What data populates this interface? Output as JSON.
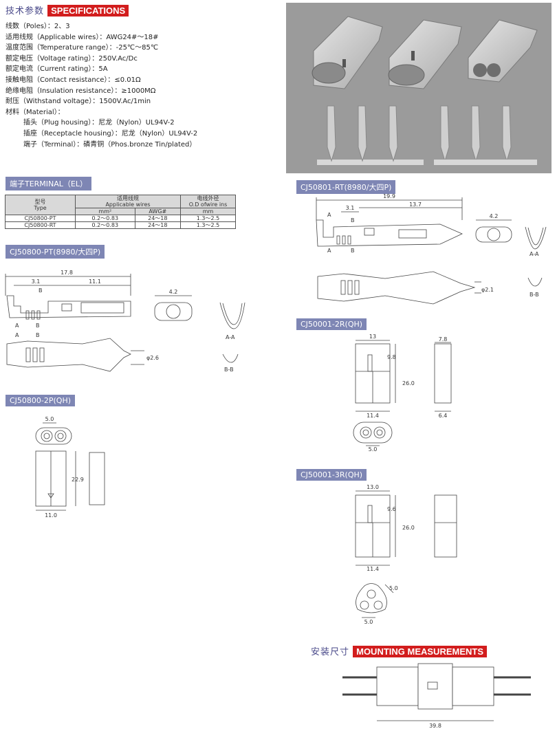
{
  "specs": {
    "title_cn": "技术参数",
    "title_en": "SPECIFICATIONS",
    "lines": [
      "线数（Poles）：2、3",
      "适用线规（Applicable wires）：AWG24#～18#",
      "温度范围（Temperature range）：-25℃～85℃",
      "额定电压（Voltage rating）：250V.Ac/Dc",
      "额定电流（Current rating）：5A",
      "接触电阻（Contact resistance）：≤0.01Ω",
      "绝缘电阻（Insulation resistance）：≥1000MΩ",
      "耐压（Withstand voltage）：1500V.Ac/1min",
      "材料（Material）：",
      "插头（Plug housing）：尼龙（Nylon）UL94V-2",
      "插座（Receptacle housing）：尼龙（Nylon）UL94V-2",
      "端子（Terminal）：磷青铜（Phos.bronze Tin/plated）"
    ]
  },
  "terminal": {
    "header": "端子TERMINAL（EL）",
    "col_type": [
      "型号",
      "Type"
    ],
    "col_wires": [
      "适用线规",
      "Applicable wires"
    ],
    "col_od": [
      "电线外径",
      "O.D ofwire ins"
    ],
    "sub_mm2": "mm²",
    "sub_awg": "AWG#",
    "sub_mm": "mm",
    "rows": [
      [
        "CJ50800-PT",
        "0.2～0.83",
        "24～18",
        "1.3～2.5"
      ],
      [
        "CJ50800-RT",
        "0.2～0.83",
        "24～18",
        "1.3～2.5"
      ]
    ]
  },
  "sections": {
    "pt": "CJ50800-PT(8980/大四P)",
    "rt": "CJ50801-RT(8980/大四P)",
    "p2": "CJ50800-2P(QH)",
    "r2": "CJ50001-2R(QH)",
    "r3": "CJ50001-3R(QH)"
  },
  "mounting": {
    "title_cn": "安装尺寸",
    "title_en": "MOUNTING MEASUREMENTS",
    "dim": "39.8"
  },
  "dims": {
    "pt_total": "17.8",
    "pt_a": "3.1",
    "pt_b": "11.1",
    "pt_w": "4.2",
    "pt_d": "φ2.6",
    "rt_total": "19.9",
    "rt_a": "3.1",
    "rt_b": "13.7",
    "rt_w": "4.2",
    "rt_d": "φ2.1",
    "p2_pitch": "5.0",
    "p2_h": "22.9",
    "p2_w": "11.0",
    "r2_w": "13",
    "r2_side": "7.8",
    "r2_h1": "9.8",
    "r2_h": "26.0",
    "r2_b": "11.4",
    "r2_sb": "6.4",
    "r2_pitch": "5.0",
    "r3_w": "13.0",
    "r3_h1": "9.6",
    "r3_h": "26.0",
    "r3_b": "11.4",
    "r3_p1": "5.0",
    "r3_p2": "5.0"
  },
  "labels": {
    "A": "A",
    "B": "B",
    "AA": "A-A",
    "BB": "B-B"
  }
}
